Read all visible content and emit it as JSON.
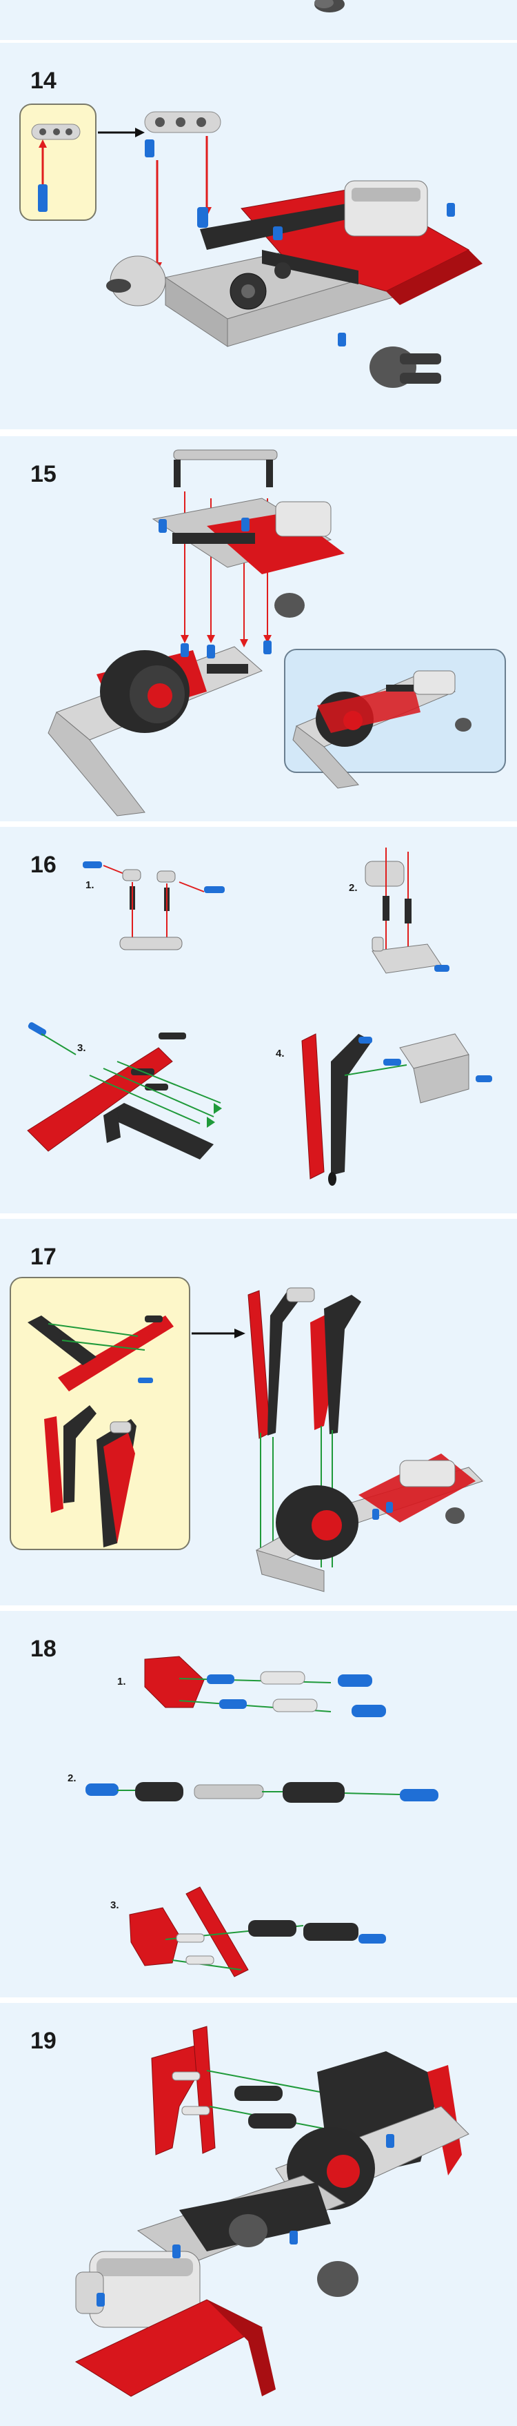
{
  "steps": [
    {
      "number": "14"
    },
    {
      "number": "15"
    },
    {
      "number": "16",
      "sub_labels": [
        "1.",
        "2.",
        "3.",
        "4."
      ]
    },
    {
      "number": "17"
    },
    {
      "number": "18",
      "sub_labels": [
        "1.",
        "2.",
        "3."
      ]
    },
    {
      "number": "19"
    }
  ],
  "colors": {
    "panel_background": "#eaf4fc",
    "callout_yellow": "#fdf7c9",
    "callout_blue": "#d3e8f8",
    "brick_red": "#d8161c",
    "brick_black": "#2b2b2b",
    "brick_light_gray": "#d6d6d6",
    "pin_blue": "#1f6fd6",
    "arrow_red": "#e01d1d",
    "arrow_green": "#1f9a3a"
  }
}
